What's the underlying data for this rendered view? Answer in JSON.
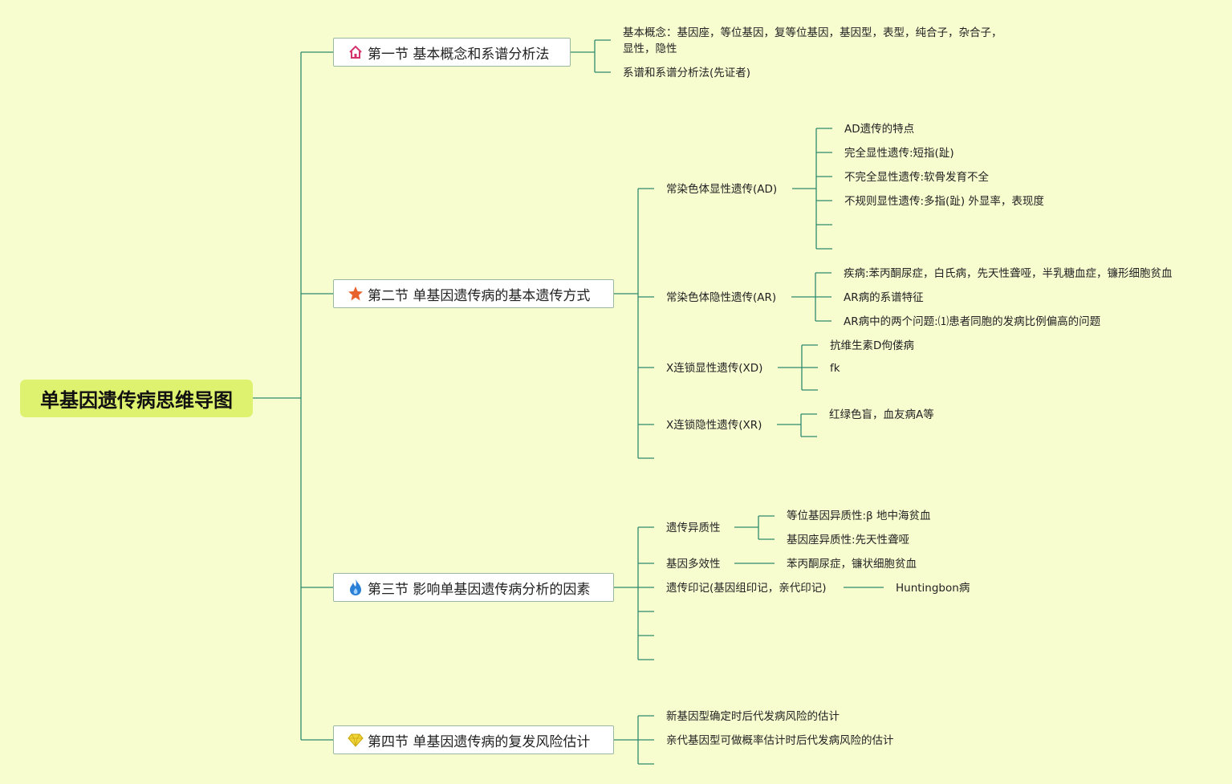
{
  "root": {
    "title": "单基因遗传病思维导图"
  },
  "sections": [
    {
      "icon": "house-icon",
      "title": "第一节 基本概念和系谱分析法"
    },
    {
      "icon": "star-icon",
      "title": "第二节 单基因遗传病的基本遗传方式"
    },
    {
      "icon": "flame-icon",
      "title": "第三节 影响单基因遗传病分析的因素"
    },
    {
      "icon": "diamond-icon",
      "title": "第四节 单基因遗传病的复发风险估计"
    }
  ],
  "s1": {
    "concepts_line1": "基本概念：基因座，等位基因，复等位基因，基因型，表型，纯合子，杂合子，",
    "concepts_line2": "显性，隐性",
    "pedigree": "系谱和系谱分析法(先证者)"
  },
  "s2": {
    "ad": "常染色体显性遗传(AD)",
    "ad_children": [
      "AD遗传的特点",
      "完全显性遗传:短指(趾)",
      "不完全显性遗传:软骨发育不全",
      "不规则显性遗传:多指(趾) 外显率，表现度"
    ],
    "ar": "常染色体隐性遗传(AR)",
    "ar_children": [
      "疾病:苯丙酮尿症，白氏病，先天性聋哑，半乳糖血症，镰形细胞贫血",
      "AR病的系谱特征",
      "AR病中的两个问题:⑴患者同胞的发病比例偏高的问题"
    ],
    "xd": "X连锁显性遗传(XD)",
    "xd_children": [
      "抗维生素D佝偻病",
      "fk"
    ],
    "xr": "X连锁隐性遗传(XR)",
    "xr_children": [
      "红绿色盲，血友病A等"
    ]
  },
  "s3": {
    "heterogeneity": "遗传异质性",
    "heterogeneity_children": [
      "等位基因异质性:β 地中海贫血",
      "基因座异质性:先天性聋哑"
    ],
    "pleiotropy": "基因多效性",
    "pleiotropy_child": "苯丙酮尿症，镰状细胞贫血",
    "imprinting": "遗传印记(基因组印记，亲代印记)",
    "imprinting_child": "Huntingbon病"
  },
  "s4": {
    "items": [
      "新基因型确定时后代发病风险的估计",
      "亲代基因型可做概率估计时后代发病风险的估计"
    ]
  },
  "colors": {
    "background": "#f8fdd0",
    "root_fill": "#dff26f",
    "line": "#2e8a6e",
    "star": "#e8622c",
    "flame": "#2a7fd6",
    "house": "#d6336c",
    "diamond": "#f0d43a"
  }
}
